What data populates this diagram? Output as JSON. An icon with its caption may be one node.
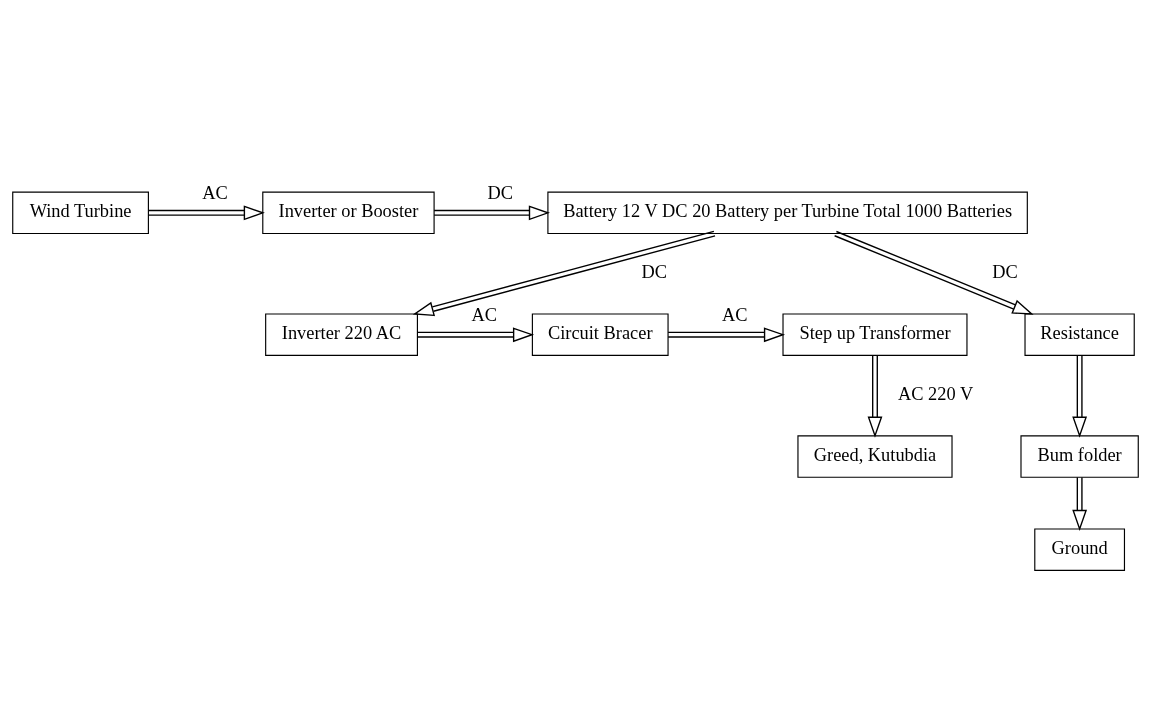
{
  "diagram": {
    "nodes": [
      {
        "text": [
          "Wind Turbine"
        ]
      },
      {
        "text": [
          "Inverter or Booster"
        ]
      },
      {
        "text": [
          "Battery 12 V DC 20 Battery per Turbine Total 1000 Batteries"
        ]
      },
      {
        "text": [
          "Step up Transformer"
        ]
      },
      {
        "text": [
          "Circuit Bracer"
        ]
      },
      {
        "text": [
          "Inverter 220 AC"
        ]
      },
      {
        "text": [
          "Resistance"
        ]
      },
      {
        "text": [
          "Greed, Kutubdia"
        ]
      },
      {
        "text": [
          "Bum folder"
        ]
      },
      {
        "text": [
          "Ground"
        ]
      }
    ],
    "edges": [
      {
        "from": 0,
        "to": 1,
        "arrow": "to",
        "label": "AC"
      },
      {
        "from": 1,
        "to": 2,
        "arrow": "to",
        "label": "DC"
      },
      {
        "from": 2,
        "to": 5,
        "arrow": "to",
        "label": "DC"
      },
      {
        "from": 2,
        "to": 6,
        "arrow": "to",
        "label": "DC"
      },
      {
        "from": 5,
        "to": 4,
        "arrow": "to",
        "label": "AC"
      },
      {
        "from": 4,
        "to": 3,
        "arrow": "to",
        "label": "AC"
      },
      {
        "from": 3,
        "to": 7,
        "arrow": "to",
        "label": "AC 220 V"
      },
      {
        "from": 6,
        "to": 8,
        "arrow": "to"
      },
      {
        "from": 8,
        "to": 9,
        "arrow": "to"
      }
    ]
  }
}
